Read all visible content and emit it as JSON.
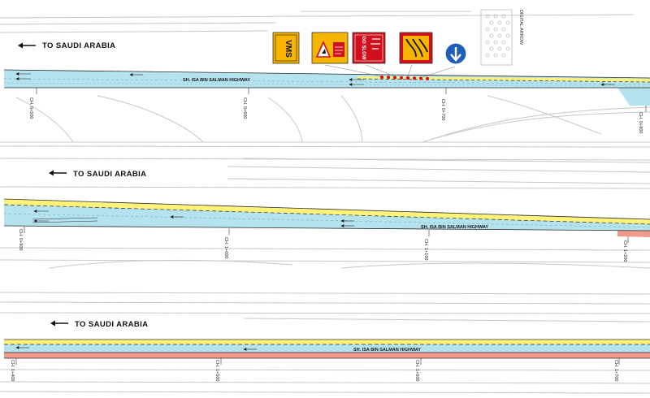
{
  "direction_label": "TO SAUDI ARABIA",
  "road_name": "SH. ISA BIN SALMAN HIGHWAY",
  "top_label": "DIGITAL ARROW",
  "signs": [
    {
      "id": "vms",
      "text": "VMS"
    },
    {
      "id": "warning",
      "text": ""
    },
    {
      "id": "go-slow",
      "text": "GO SLOW"
    },
    {
      "id": "lane-merge",
      "text": ""
    },
    {
      "id": "keep-left",
      "text": ""
    }
  ],
  "chainage_rows": [
    [
      "CH. 0+500",
      "CH. 0+600",
      "CH. 0+700",
      "CH. 0+800"
    ],
    [
      "CH. 0+900",
      "CH. 1+000",
      "CH. 1+100",
      "CH. 1+200"
    ],
    [
      "CH. 1+400",
      "CH. 1+500",
      "CH. 1+600",
      "CH. 1+700"
    ]
  ],
  "colors": {
    "road_blue": "#b4e2ef",
    "road_yellow": "#fff27a",
    "road_red": "#f2998c",
    "sign_yellow": "#f5b400",
    "sign_red": "#d0101c",
    "sign_blue": "#1f5fb8",
    "cone_red": "#e0001a"
  }
}
